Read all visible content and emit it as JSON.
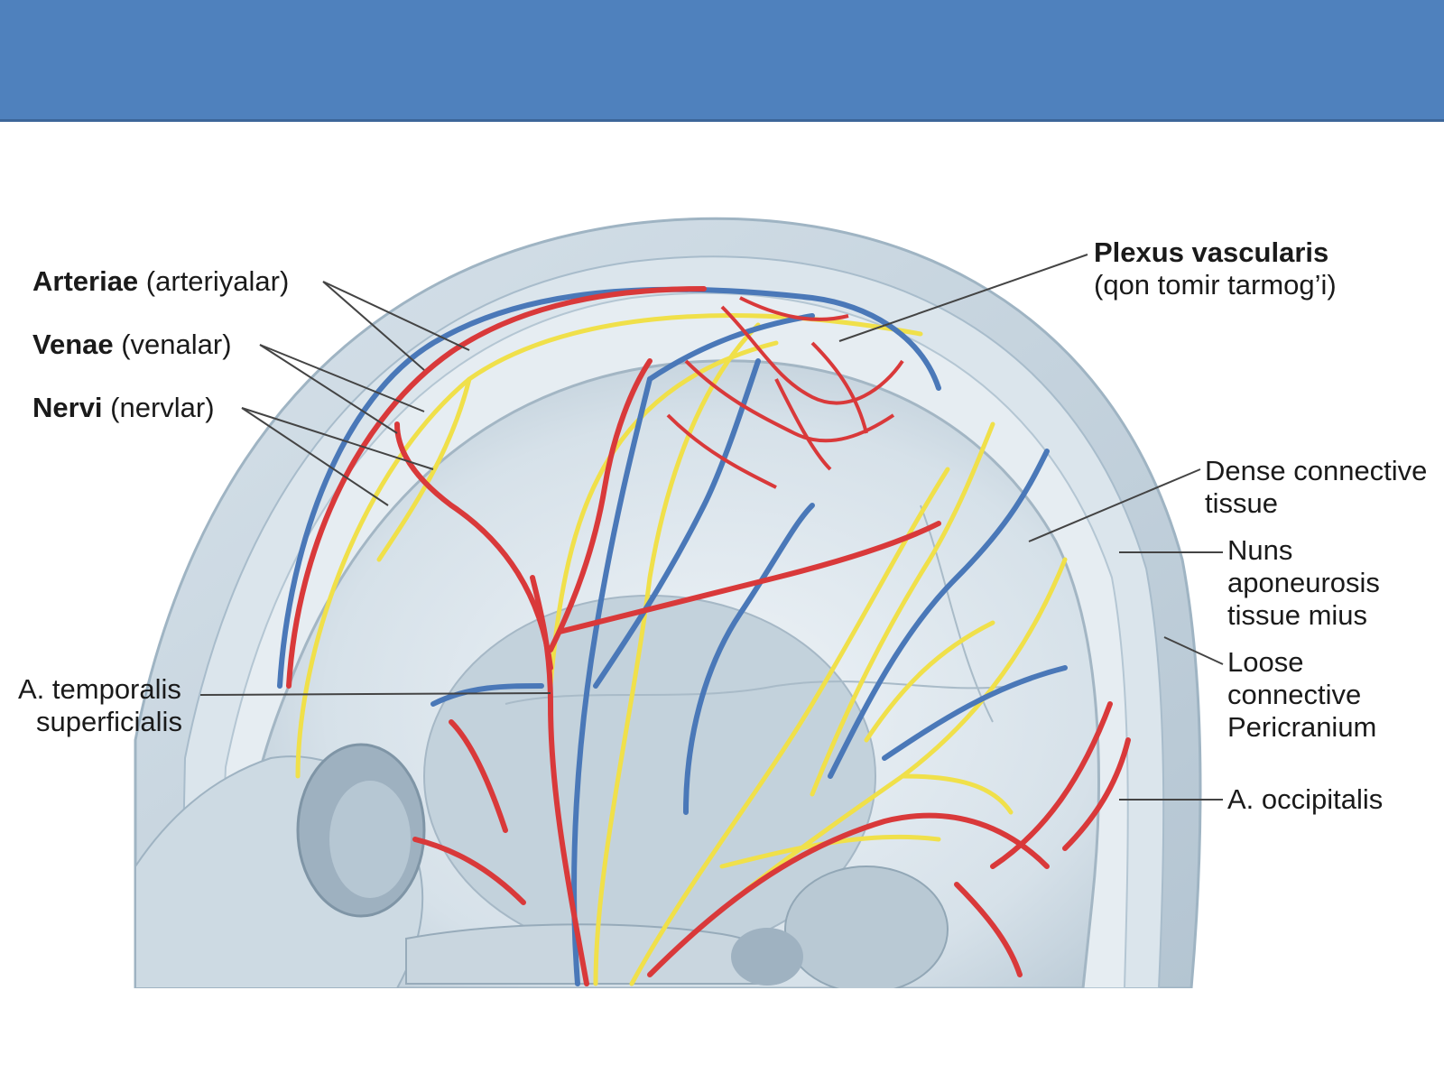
{
  "header": {
    "color": "#4f81bd"
  },
  "colors": {
    "artery": "#d9393a",
    "vein": "#4a78b8",
    "nerve": "#f0e04a",
    "bone": "#cfdbe4",
    "scalp": "#b7c8d4"
  },
  "labels": {
    "arteriae_bold": "Arteriae",
    "arteriae_rest": " (arteriyalar)",
    "venae_bold": "Venae",
    "venae_rest": " (venalar)",
    "nervi_bold": "Nervi",
    "nervi_rest": " (nervlar)",
    "plexus_title": "Plexus vascularis",
    "plexus_sub": "(qon tomir tarmog’i)",
    "temporalis_1": "A. temporalis",
    "temporalis_2": "superficialis",
    "dense_1": "Dense connective",
    "dense_2": "tissue",
    "nuns_1": "Nuns",
    "nuns_2": "aponeurosis",
    "nuns_3": "tissue mius",
    "loose_1": "Loose",
    "loose_2": "connective",
    "loose_3": "Pericranium",
    "occipitalis": "A. occipitalis"
  }
}
